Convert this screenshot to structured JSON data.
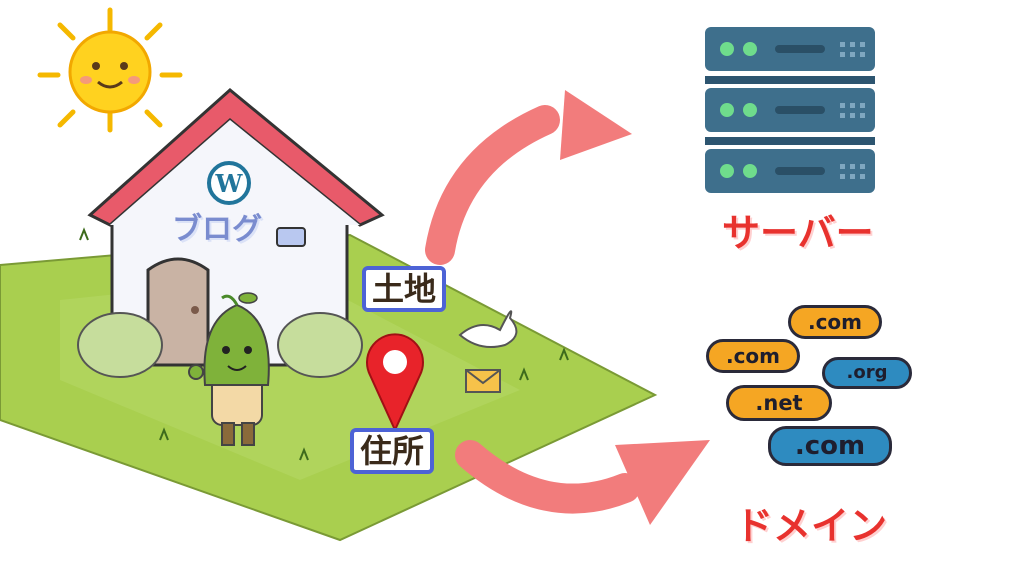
{
  "house": {
    "blog_label": "ブログ"
  },
  "labels": {
    "land": "土地",
    "address": "住所",
    "server": "サーバー",
    "domain": "ドメイン"
  },
  "domains": [
    ".com",
    ".com",
    ".org",
    ".net",
    ".com"
  ],
  "colors": {
    "accent_red": "#e8322e",
    "arrow": "#f27c7c",
    "label_border": "#4d63d6",
    "server": "#3e6f8c",
    "pill_orange": "#f5a623",
    "pill_blue": "#2e8bc0"
  }
}
